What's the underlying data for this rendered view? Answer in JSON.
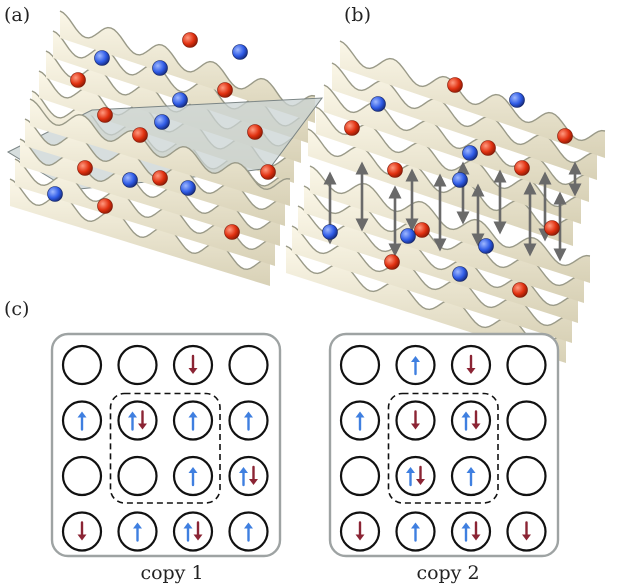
{
  "panel_labels": {
    "a": "(a)",
    "b": "(b)",
    "c": "(c)"
  },
  "colors": {
    "surface": "#ece6cf",
    "surface_edge": "#9a9a88",
    "site_red": "#e03010",
    "site_blue": "#2f5be6",
    "spin_up": "#3f7fe0",
    "spin_down": "#8b2434",
    "plane": "#c9d3d3",
    "box_border": "#9ea3a3"
  },
  "copies": [
    {
      "caption": "copy 1",
      "grid": [
        [
          "",
          "",
          "d",
          ""
        ],
        [
          "u",
          "ud",
          "u",
          "u"
        ],
        [
          "",
          "",
          "u",
          "ud"
        ],
        [
          "d",
          "u",
          "ud",
          "u"
        ]
      ]
    },
    {
      "caption": "copy 2",
      "grid": [
        [
          "",
          "u",
          "d",
          ""
        ],
        [
          "u",
          "d",
          "ud",
          ""
        ],
        [
          "",
          "ud",
          "u",
          ""
        ],
        [
          "d",
          "u",
          "ud",
          "d"
        ]
      ]
    }
  ]
}
